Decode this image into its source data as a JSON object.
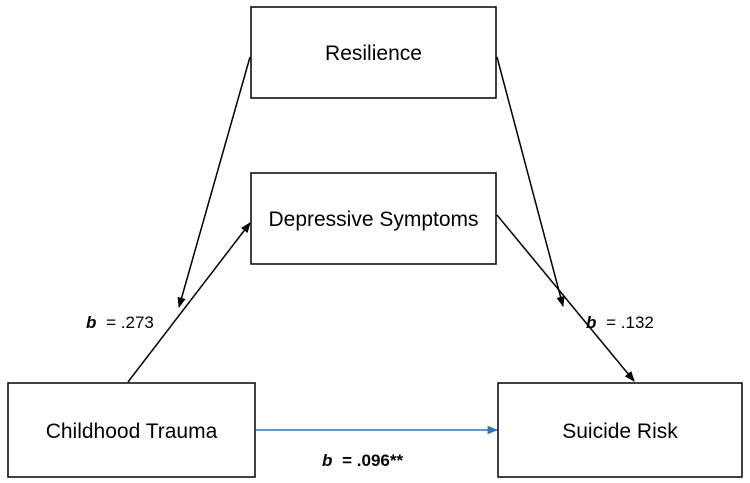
{
  "nodes": {
    "resilience": {
      "label": "Resilience"
    },
    "depressive_symptoms": {
      "label": "Depressive Symptoms"
    },
    "childhood_trauma": {
      "label": "Childhood Trauma"
    },
    "suicide_risk": {
      "label": "Suicide Risk"
    }
  },
  "edges": [
    {
      "from": "childhood_trauma",
      "to": "depressive_symptoms",
      "color": "#000000"
    },
    {
      "from": "depressive_symptoms",
      "to": "suicide_risk",
      "color": "#000000"
    },
    {
      "from": "resilience",
      "to": "childhood_trauma_path",
      "color": "#000000"
    },
    {
      "from": "resilience",
      "to": "depressive_suicide_path",
      "color": "#000000"
    },
    {
      "from": "childhood_trauma",
      "to": "suicide_risk",
      "color": "#2f73b8"
    }
  ],
  "coefficients": {
    "trauma_depression": {
      "symbol": "b",
      "value": "= .273"
    },
    "depression_suicide": {
      "symbol": "b",
      "value": "= .132"
    },
    "trauma_suicide": {
      "symbol": "b",
      "value": "= .096**"
    }
  },
  "colors": {
    "edge_black": "#000000",
    "edge_blue": "#2f73b8"
  }
}
